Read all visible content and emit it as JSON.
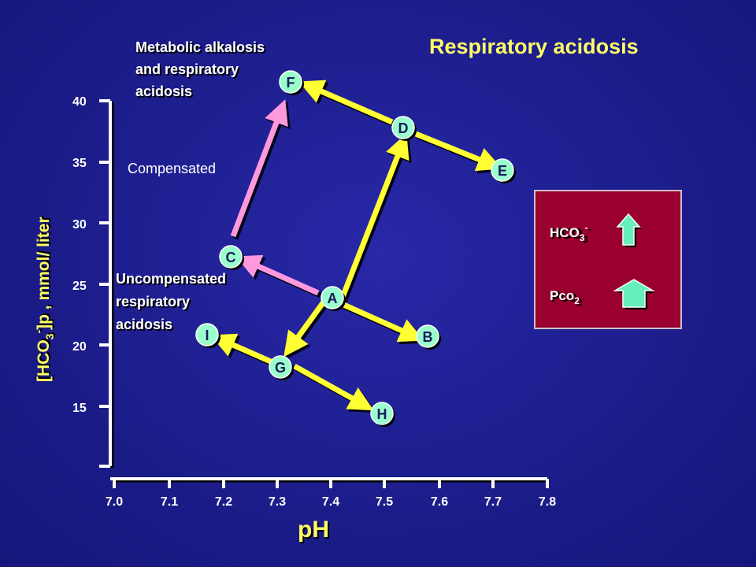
{
  "title": "Respiratory acidosis",
  "y_axis_label": "[HCO",
  "y_axis_sub": "3",
  "y_axis_sup": "-",
  "y_axis_rest": "]p , mmol/ liter",
  "x_axis_label": "pH",
  "y_ticks": [
    "40",
    "35",
    "30",
    "25",
    "20",
    "15"
  ],
  "x_ticks": [
    "7.0",
    "7.1",
    "7.2",
    "7.3",
    "7.4",
    "7.5",
    "7.6",
    "7.7",
    "7.8"
  ],
  "annotations": {
    "metabolic": [
      "Metabolic alkalosis",
      "and respiratory",
      "acidosis"
    ],
    "compensated": "Compensated",
    "uncompensated": [
      "Uncompensated",
      "respiratory",
      "acidosis"
    ]
  },
  "points": {
    "A": "A",
    "B": "B",
    "C": "C",
    "D": "D",
    "E": "E",
    "F": "F",
    "G": "G",
    "H": "H",
    "I": "I"
  },
  "legend": {
    "hco3": "HCO",
    "hco3_sub": "3",
    "hco3_sup": "-",
    "pco2": "Pco",
    "pco2_sub": "2"
  },
  "colors": {
    "background": "#1e1e8c",
    "title": "#ffff66",
    "yellow_arrow": "#ffff33",
    "pink_arrow": "#ff99dd",
    "point_fill": "#99ffcc",
    "legend_bg": "#99002e",
    "legend_arrow": "#66eebb"
  }
}
